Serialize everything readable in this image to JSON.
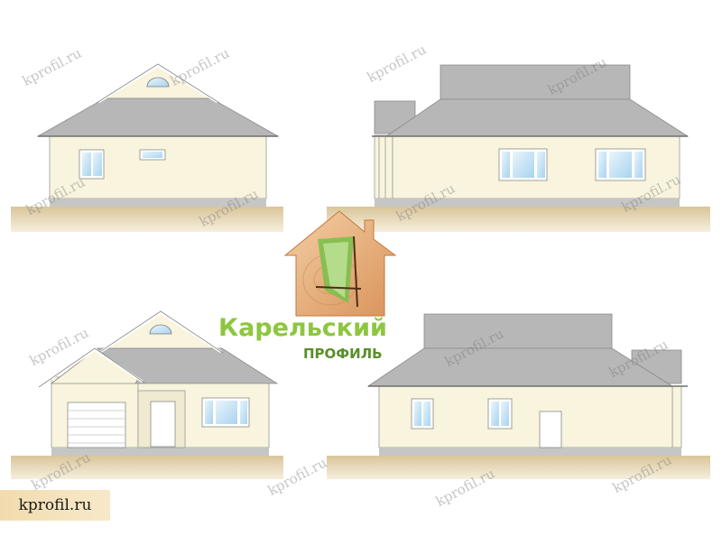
{
  "watermark": "kprofil.ru",
  "brand": {
    "name": "Карельский",
    "subtitle": "ПРОФИЛЬ",
    "name_color": "#8dc63f",
    "subtitle_color": "#5a8f2a"
  },
  "site_badge": "kprofil.ru",
  "colors": {
    "wall": "#f8f4dd",
    "roof": "#b5b5b5",
    "ground": "#e6d7b5",
    "plinth": "#c6c6c6",
    "window_glass": "#cfe7f7",
    "logo_house": "#e8b488"
  },
  "views": [
    "front-elevation",
    "right-elevation",
    "left-elevation-with-garage",
    "rear-elevation"
  ]
}
